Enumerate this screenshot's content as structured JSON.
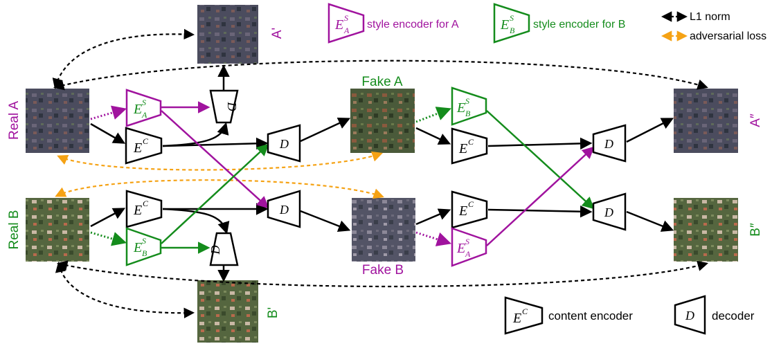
{
  "colors": {
    "A": "#a0139e",
    "B": "#148c1c",
    "black": "#000000",
    "adv": "#f5a214",
    "tile_dark": "#47485a",
    "tile_green": "#5a6c44"
  },
  "legend": {
    "style_a_sym": "E",
    "style_a_sup": "S",
    "style_a_sub": "A",
    "style_a_text": "style encoder for A",
    "style_b_sym": "E",
    "style_b_sup": "S",
    "style_b_sub": "B",
    "style_b_text": "style encoder for B",
    "l1_text": "L1 norm",
    "adv_text": "adversarial loss",
    "content_sym": "E",
    "content_sup": "C",
    "content_text": "content encoder",
    "decoder_sym": "D",
    "decoder_text": "decoder"
  },
  "images": {
    "real_a": "Real A",
    "real_b": "Real B",
    "fake_a": "Fake A",
    "fake_b": "Fake B",
    "a_prime": "A'",
    "b_prime": "B'",
    "a_dprime": "A″",
    "b_dprime": "B″"
  },
  "nodes": {
    "e": "E",
    "d": "D",
    "sup_s": "S",
    "sup_c": "C",
    "sub_a": "A",
    "sub_b": "B"
  }
}
